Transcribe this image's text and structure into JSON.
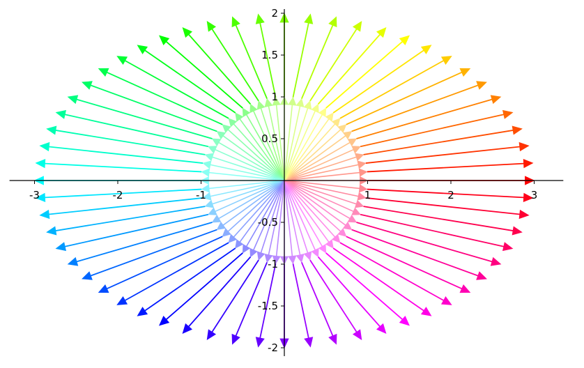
{
  "chart_data": {
    "type": "vector-field",
    "title": "",
    "xlabel": "",
    "ylabel": "",
    "xlim": [
      -3.3,
      3.35
    ],
    "ylim": [
      -2.1,
      2.05
    ],
    "grid": false,
    "frame": "axes-through-origin",
    "x_ticks": [
      -3,
      -2,
      -1,
      1,
      2,
      3
    ],
    "x_tick_labels": [
      "-3",
      "-2",
      "-1",
      "1",
      "2",
      "3"
    ],
    "y_ticks": [
      -2,
      -1.5,
      -1,
      -0.5,
      0.5,
      1,
      1.5,
      2
    ],
    "y_tick_labels": [
      "-2",
      "-1.5",
      "-1",
      "-0.5",
      "0.5",
      "1",
      "1.5",
      "2"
    ],
    "arrow_count": 60,
    "series": [
      {
        "name_note": "lighter inner arrows from origin to the unit circle",
        "kind": "inner",
        "from": [
          0,
          0
        ],
        "to_parametric": "(cos t, sin t), t = k·6°, k = 0..59",
        "radius": 1.0,
        "color": "hue = t/360, light tint"
      },
      {
        "kind": "outer",
        "from_parametric": "(cos t, sin t)",
        "to_parametric": "(3 cos t, 2 sin t)",
        "a": 3,
        "b": 2,
        "color": "hue = t/360, saturated"
      }
    ]
  }
}
